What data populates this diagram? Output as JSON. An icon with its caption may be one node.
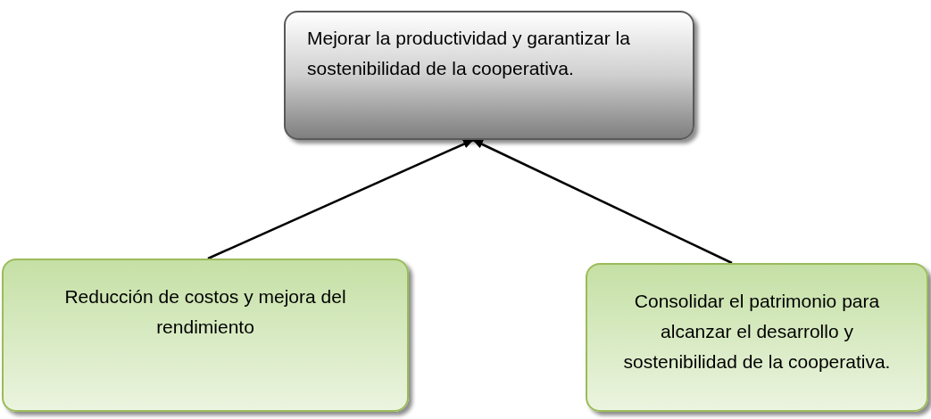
{
  "diagram": {
    "nodes": [
      {
        "text": [
          "Mejorar la productividad y garantizar la sostenibilidad de la cooperativa."
        ]
      },
      {
        "text": [
          "Reducción de costos y mejora del rendimiento"
        ]
      },
      {
        "text": [
          "Consolidar el patrimonio para alcanzar el desarrollo  y sostenibilidad de la cooperativa."
        ]
      }
    ],
    "edges": [
      {
        "from": 1,
        "to": 0,
        "arrow": "to"
      },
      {
        "from": 2,
        "to": 0,
        "arrow": "to"
      }
    ]
  }
}
